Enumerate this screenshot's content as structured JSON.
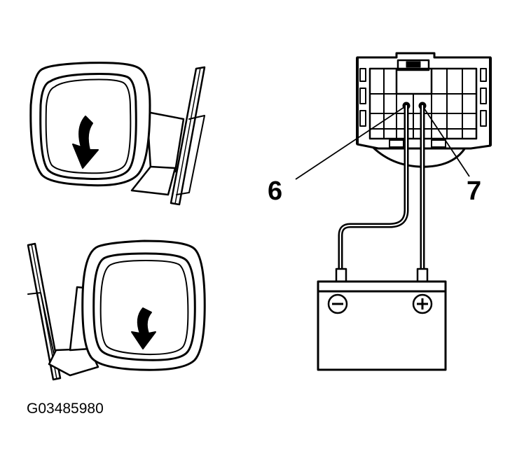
{
  "figure_code": "G03485980",
  "callouts": {
    "pin_left": "6",
    "pin_right": "7"
  },
  "battery": {
    "negative_symbol": "−",
    "positive_symbol": "+"
  },
  "mirrors": {
    "top": {
      "arrow_direction": "down-left"
    },
    "bottom": {
      "arrow_direction": "down-left"
    }
  },
  "icons": [
    "mirror-down-left-illustration",
    "mirror-down-left-illustration",
    "connector",
    "battery"
  ]
}
